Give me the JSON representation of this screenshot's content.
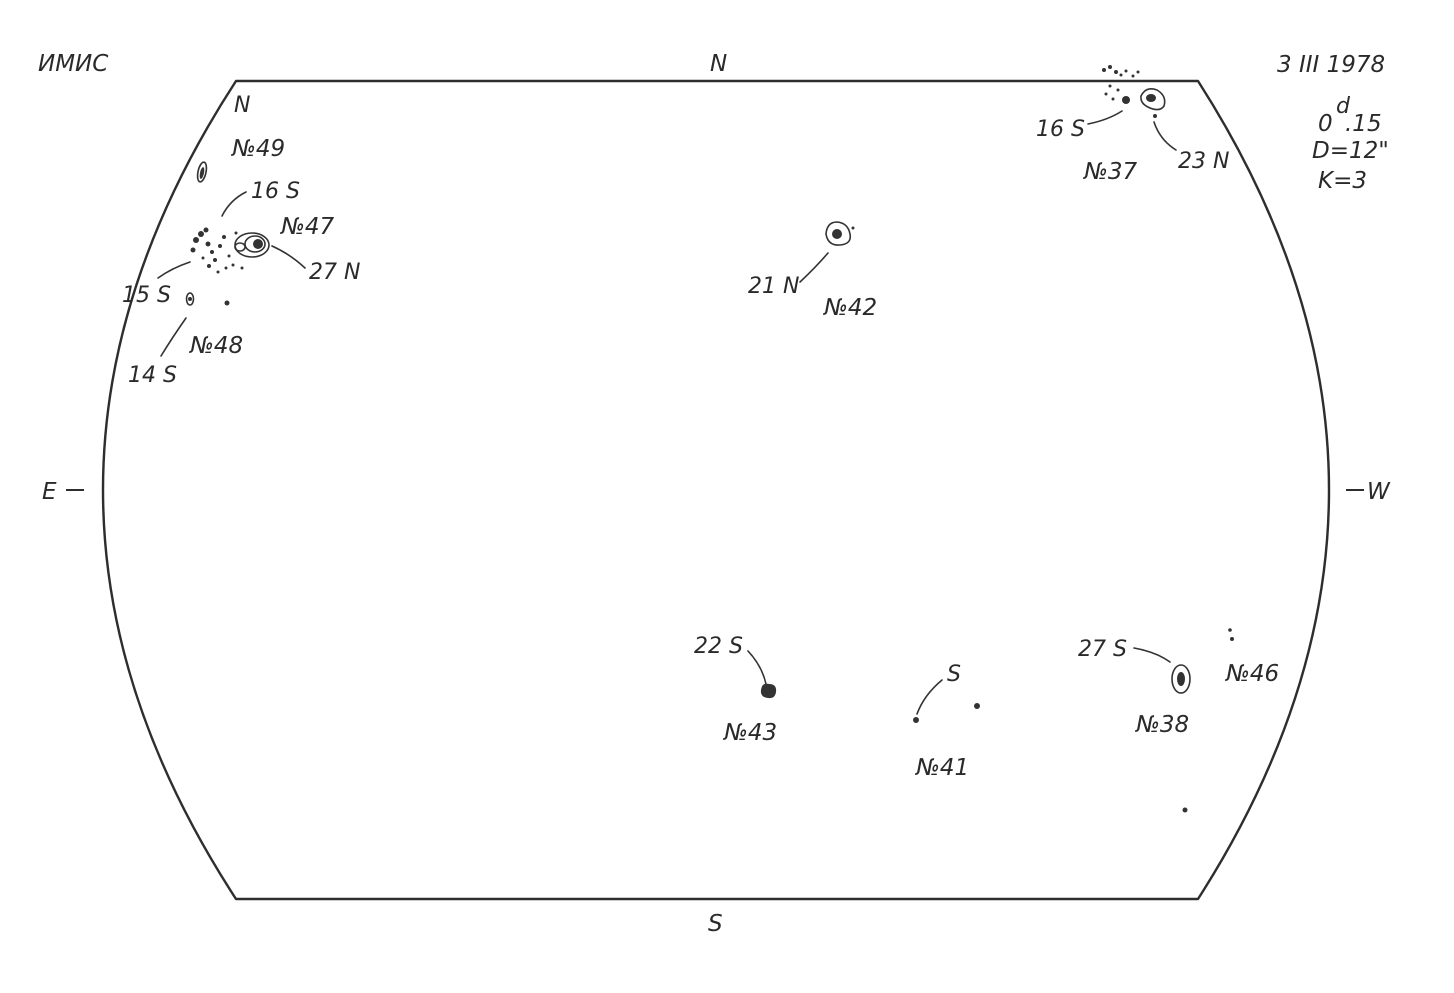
{
  "header": {
    "observatory": "ИМИС",
    "date": "3 III 1978",
    "time_main": "0",
    "time_sup": "d",
    "time_frac": ".15",
    "diameter": "D=12\"",
    "quality": "K=3"
  },
  "compass": {
    "north": "N",
    "south": "S",
    "east": "E",
    "west": "W"
  },
  "groups": [
    {
      "number": "№49",
      "label": "N"
    },
    {
      "number": "№47",
      "label_a": "16 S",
      "label_b": "27 N",
      "label_c": "15 S"
    },
    {
      "number": "№48",
      "label": "14 S"
    },
    {
      "number": "№42",
      "label": "21 N"
    },
    {
      "number": "№37",
      "label_a": "16 S",
      "label_b": "23 N"
    },
    {
      "number": "№43",
      "label": "22 S"
    },
    {
      "number": "№41",
      "label": "S"
    },
    {
      "number": "№38",
      "label": "27 S"
    },
    {
      "number": "№46"
    }
  ]
}
